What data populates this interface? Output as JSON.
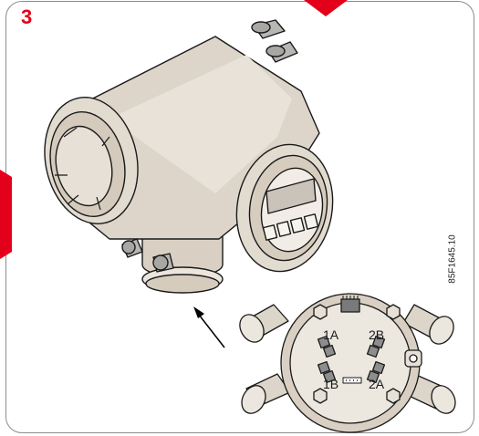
{
  "figure": {
    "number": "3",
    "reference_code": "85F1645.10",
    "accent_color": "#e3001b"
  },
  "terminal_box": {
    "labels": [
      "1A",
      "2B",
      "1B",
      "2A"
    ]
  },
  "icons": {
    "arrow": "arrow-up-left-icon",
    "tab_top": "red-tab-top-icon",
    "tab_left": "red-tab-left-icon"
  }
}
